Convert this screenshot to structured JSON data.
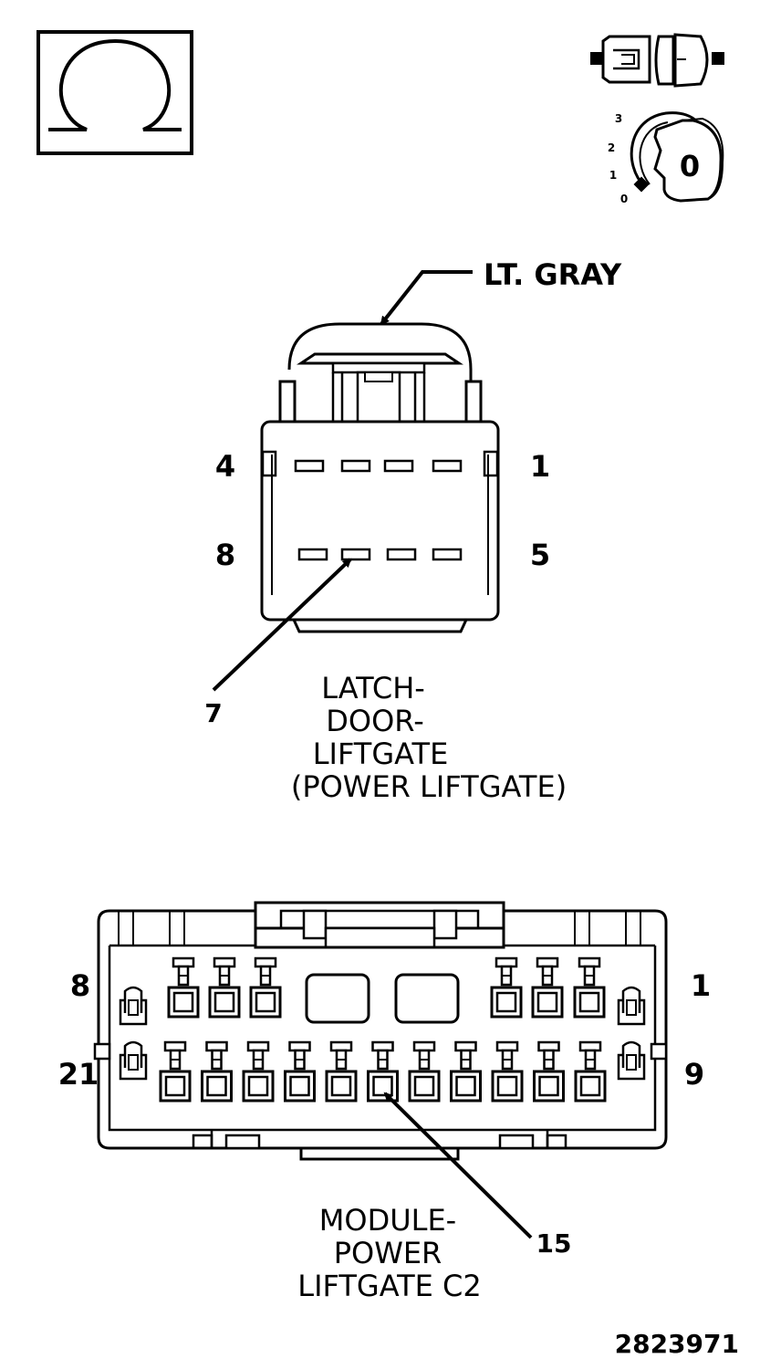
{
  "symbols": {
    "ohm_icon": "ohm-meter-icon",
    "connector_icon": "disconnected-connector-icon",
    "ignition_icon": "ignition-key-off-icon",
    "ignition_positions": [
      "3",
      "2",
      "1",
      "0"
    ],
    "key_position": "0"
  },
  "connector1": {
    "color_label": "LT. GRAY",
    "pin_labels": {
      "top_left": "4",
      "top_right": "1",
      "bottom_left": "8",
      "bottom_right": "5"
    },
    "callout_pin": "7",
    "name_lines": [
      "LATCH-",
      "DOOR-",
      "LIFTGATE",
      "(POWER LIFTGATE)"
    ]
  },
  "connector2": {
    "pin_labels": {
      "top_left": "8",
      "top_right": "1",
      "bottom_left": "21",
      "bottom_right": "9"
    },
    "callout_pin": "15",
    "name_lines": [
      "MODULE-",
      "POWER",
      "LIFTGATE C2"
    ]
  },
  "figure_number": "2823971"
}
